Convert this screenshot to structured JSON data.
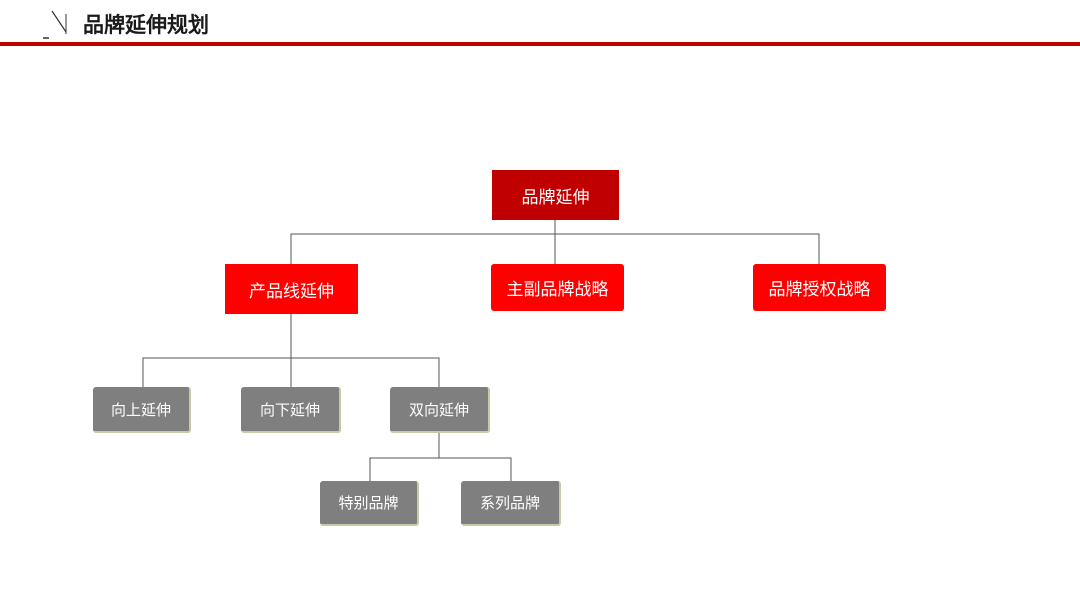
{
  "header": {
    "title": "品牌延伸规划"
  },
  "diagram": {
    "root": "品牌延伸",
    "level1": {
      "product_line": "产品线延伸",
      "main_sub": "主副品牌战略",
      "licensing": "品牌授权战略"
    },
    "level2": {
      "upward": "向上延伸",
      "downward": "向下延伸",
      "two_way": "双向延伸"
    },
    "level3": {
      "special": "特别品牌",
      "series": "系列品牌"
    }
  },
  "colors": {
    "accent": "#c00000",
    "bright_red": "#ff0000",
    "grey_box": "#7f7f7f",
    "connector": "#555555"
  }
}
